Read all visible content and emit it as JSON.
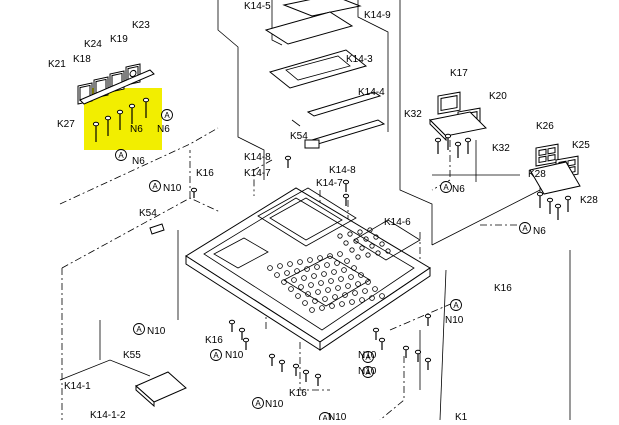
{
  "diagram": {
    "highlight_color": "#f2ee00",
    "labels": {
      "k14_5": "K14-5",
      "k14_9": "K14-9",
      "k14_3": "K14-3",
      "k14_4": "K14-4",
      "k14_8": "K14-8",
      "k14_7a": "K14-7",
      "k14_7b": "K14-7",
      "k14_6": "K14-6",
      "k14_1": "K14-1",
      "k14_12": "K14-1-2",
      "k54a": "K54",
      "k54b": "K54",
      "k55": "K55",
      "k23": "K23",
      "k19": "K19",
      "k24": "K24",
      "k18": "K18",
      "k21": "K21",
      "k27": "K27",
      "k17": "K17",
      "k20": "K20",
      "k32a": "K32",
      "k32b": "K32",
      "k26": "K26",
      "k25": "K25",
      "k28a": "K28",
      "k28b": "K28",
      "k16a": "K16",
      "k16b": "K16",
      "k16c": "K16",
      "k16d": "K16",
      "k1": "K1",
      "n6a": "N6",
      "n6b": "N6",
      "n6c": "N6",
      "n6d": "N6",
      "n10a": "N10",
      "n10b": "N10",
      "n10c": "N10",
      "n10d": "N10",
      "n10e": "N10",
      "n10f": "N10",
      "n10g": "N10",
      "n10h": "N10",
      "n10i": "N10",
      "ref_a": "A"
    }
  }
}
